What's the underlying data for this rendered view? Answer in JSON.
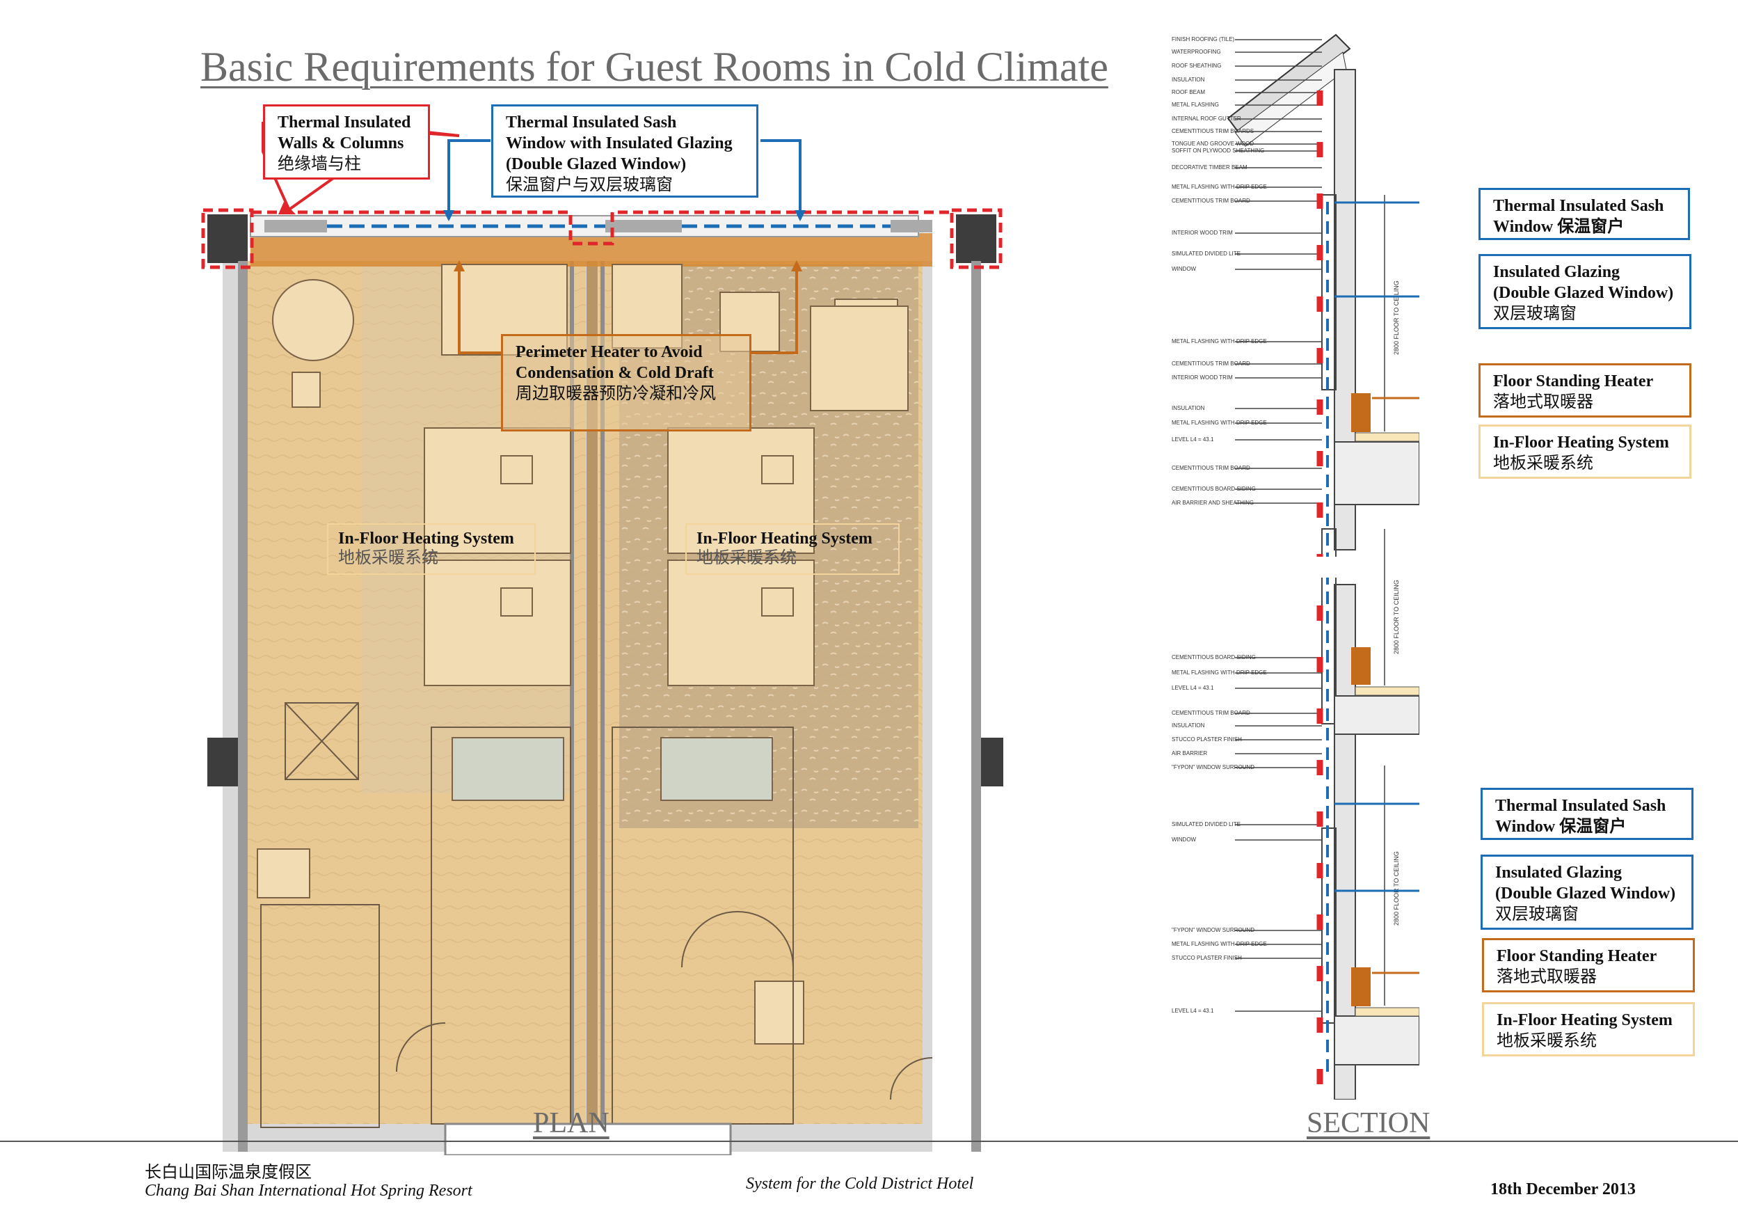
{
  "title": "Basic Requirements for Guest Rooms in Cold Climate",
  "plan": {
    "callouts": {
      "walls": {
        "en1": "Thermal Insulated",
        "en2": "Walls & Columns",
        "cn": "绝缘墙与柱",
        "color": "#e0262a"
      },
      "sash": {
        "en1": "Thermal Insulated Sash",
        "en2": "Window with Insulated Glazing",
        "en3": "(Double Glazed Window)",
        "cn": "保温窗户与双层玻璃窗",
        "color": "#1c6db6"
      },
      "heater": {
        "en1": "Perimeter Heater to Avoid",
        "en2": "Condensation & Cold Draft",
        "cn": "周边取暖器预防冷凝和冷风",
        "color": "#c46a1b"
      },
      "infloor_left": {
        "en": "In-Floor Heating System",
        "cn": "地板采暖系统"
      },
      "infloor_right": {
        "en": "In-Floor Heating System",
        "cn": "地板采暖系统"
      }
    },
    "caption": "PLAN"
  },
  "section": {
    "caption": "SECTION",
    "callouts": [
      {
        "en1": "Thermal Insulated Sash",
        "en2": "Window 保温窗户",
        "style": "blue"
      },
      {
        "en1": "Insulated Glazing",
        "en2": "(Double Glazed Window)",
        "cn": "双层玻璃窗",
        "style": "blue"
      },
      {
        "en1": "Floor Standing Heater",
        "cn": "落地式取暖器",
        "style": "orange"
      },
      {
        "en1": "In-Floor Heating System",
        "cn": "地板采暖系统",
        "style": "pale"
      },
      {
        "en1": "Thermal Insulated Sash",
        "en2": "Window 保温窗户",
        "style": "blue"
      },
      {
        "en1": "Insulated Glazing",
        "en2": "(Double Glazed Window)",
        "cn": "双层玻璃窗",
        "style": "blue"
      },
      {
        "en1": "Floor Standing Heater",
        "cn": "落地式取暖器",
        "style": "orange"
      },
      {
        "en1": "In-Floor Heating System",
        "cn": "地板采暖系统",
        "style": "pale"
      }
    ],
    "labels": [
      "FINISH ROOFING (TILE)",
      "WATERPROOFING",
      "ROOF SHEATHING",
      "INSULATION",
      "ROOF BEAM",
      "METAL FLASHING",
      "INTERNAL ROOF GUTTER",
      "CEMENTITIOUS TRIM BOARDS",
      "TONGUE AND GROOVE WOOD",
      "SOFFIT ON PLYWOOD SHEATHING",
      "DECORATIVE TIMBER BEAM",
      "METAL FLASHING WITH DRIP EDGE",
      "CEMENTITIOUS TRIM BOARD",
      "INTERIOR WOOD TRIM",
      "SIMULATED DIVIDED LITE",
      "WINDOW",
      "METAL FLASHING WITH DRIP EDGE",
      "CEMENTITIOUS TRIM BOARD",
      "INTERIOR WOOD TRIM",
      "INSULATION",
      "METAL FLASHING WITH DRIP EDGE",
      "LEVEL L4 = 43.1",
      "CEMENTITIOUS TRIM BOARD",
      "CEMENTITIOUS BOARD SIDING",
      "AIR BARRIER AND SHEATHING",
      "CEMENTITIOUS BOARD SIDING",
      "METAL FLASHING WITH DRIP EDGE",
      "LEVEL L4 = 43.1",
      "CEMENTITIOUS TRIM BOARD",
      "INSULATION",
      "STUCCO PLASTER FINISH",
      "AIR BARRIER",
      "\"FYPON\" WINDOW SURROUND",
      "SIMULATED DIVIDED LITE",
      "WINDOW",
      "\"FYPON\" WINDOW SURROUND",
      "METAL FLASHING WITH DRIP EDGE",
      "STUCCO PLASTER FINISH",
      "LEVEL L4 = 43.1"
    ],
    "vertical_labels": [
      "2800 FLOOR TO CEILING",
      "2800 FLOOR TO CEILING",
      "2800 FLOOR TO CEILING"
    ]
  },
  "footer": {
    "project_cn": "长白山国际温泉度假区",
    "project_en": "Chang Bai Shan International Hot Spring Resort",
    "system": "System for the Cold District Hotel",
    "date": "18th December 2013"
  },
  "colors": {
    "red": "#e0262a",
    "blue": "#1c6db6",
    "orange": "#c46a1b",
    "pale": "#f3d49a",
    "wood": "#e6c790"
  }
}
